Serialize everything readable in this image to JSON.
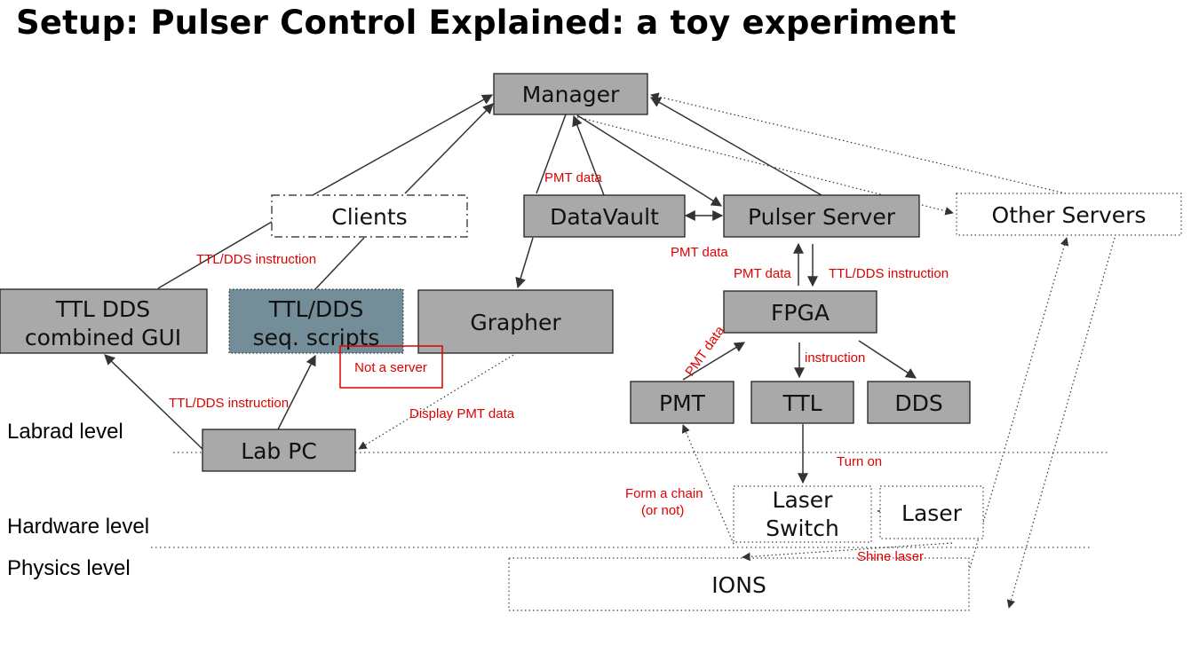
{
  "title": "Setup: Pulser Control Explained: a toy experiment",
  "colors": {
    "node_fill": "#a9a9a9",
    "node_fill_highlight": "#738d99",
    "annotation_red": "#e00000",
    "stroke": "#333333"
  },
  "nodes": {
    "manager": "Manager",
    "clients": "Clients",
    "datavault": "DataVault",
    "pulser_server": "Pulser Server",
    "other_servers": "Other Servers",
    "ttl_dds_gui_line1": "TTL DDS",
    "ttl_dds_gui_line2": "combined GUI",
    "seq_scripts_line1": "TTL/DDS",
    "seq_scripts_line2": "seq. scripts",
    "grapher": "Grapher",
    "fpga": "FPGA",
    "pmt": "PMT",
    "ttl": "TTL",
    "dds": "DDS",
    "lab_pc": "Lab PC",
    "laser_switch_line1": "Laser",
    "laser_switch_line2": "Switch",
    "laser": "Laser",
    "ions": "IONS"
  },
  "levels": {
    "labrad": "Labrad level",
    "hardware": "Hardware level",
    "physics": "Physics level"
  },
  "edge_labels": {
    "pmt_data_manager": "PMT data",
    "ttl_dds_instruction_clients": "TTL/DDS instruction",
    "pmt_data_datavault": "PMT data",
    "pmt_data_pulser": "PMT data",
    "ttl_dds_instruction_pulser": "TTL/DDS instruction",
    "pmt_data_fpga": "PMT data",
    "instruction": "instruction",
    "not_a_server": "Not a server",
    "ttl_dds_instruction_labpc": "TTL/DDS instruction",
    "display_pmt_data": "Display PMT data",
    "turn_on": "Turn on",
    "form_chain_line1": "Form a chain",
    "form_chain_line2": "(or not)",
    "shine_laser": "Shine laser"
  }
}
